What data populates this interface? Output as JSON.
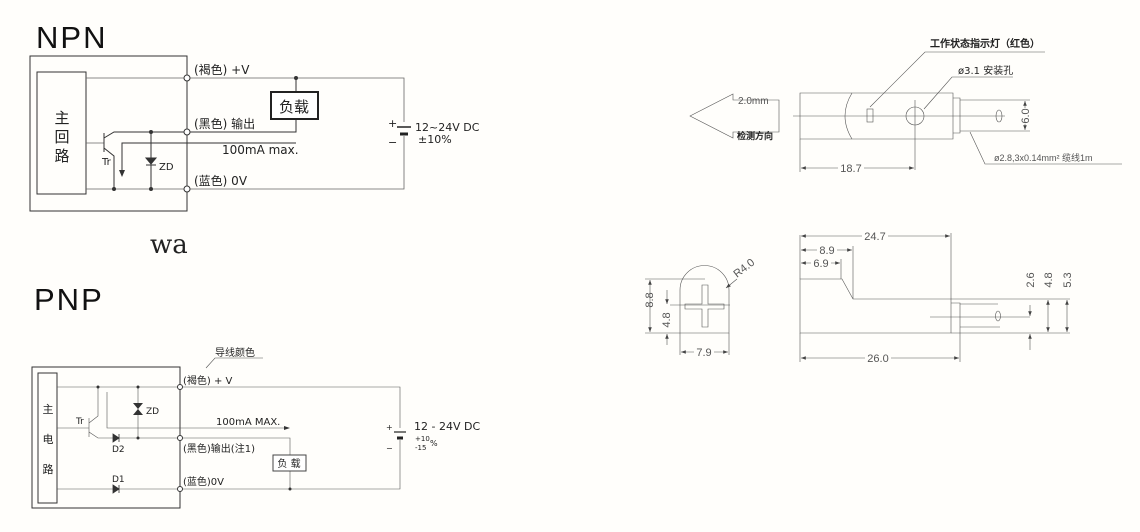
{
  "npn": {
    "title": "NPN",
    "main_circuit": [
      "主",
      "回",
      "路"
    ],
    "transistor": "Tr",
    "zener": "ZD",
    "wire_brown": "(褐色) +V",
    "wire_black": "(黑色) 输出",
    "wire_blue": "(蓝色) 0V",
    "load": "负载",
    "current": "100mA max.",
    "supply": "12~24V DC",
    "tolerance": "±10%",
    "plus": "+",
    "minus": "−"
  },
  "watermark_text": "wa",
  "pnp": {
    "title": "PNP",
    "main_circuit": [
      "主",
      "电",
      "路"
    ],
    "transistor": "Tr",
    "zener": "ZD",
    "diode_2": "D2",
    "diode_1": "D1",
    "wire_color_note": "导线颜色",
    "wire_brown": "(褐色) + V",
    "wire_black": "(黑色)输出(注1)",
    "wire_blue": "(蓝色)0V",
    "load": "负 载",
    "current": "100mA  MAX.",
    "supply": "12 - 24V DC",
    "tol_plus": "+10",
    "tol_minus": "-15",
    "tol_unit": "%",
    "plus": "+",
    "minus": "−"
  },
  "top_view": {
    "indicator_label": "工作状态指示灯（红色）",
    "mount_hole": "ø3.1 安装孔",
    "sensing_distance": "2.0mm",
    "sensing_direction": "检测方向",
    "cable": "ø2.8,3x0.14mm² 缆线1m",
    "dim_length": "18.7",
    "dim_width": "6.0"
  },
  "front_view": {
    "dim_height": "8.8",
    "dim_center": "4.8",
    "dim_width": "7.9",
    "dim_radius": "R4.0"
  },
  "side_view": {
    "dim_total": "24.7",
    "dim_step1": "8.9",
    "dim_step2": "6.9",
    "dim_length": "26.0",
    "dim_cable_center": "2.6",
    "dim_body": "4.8",
    "dim_head": "5.3"
  }
}
